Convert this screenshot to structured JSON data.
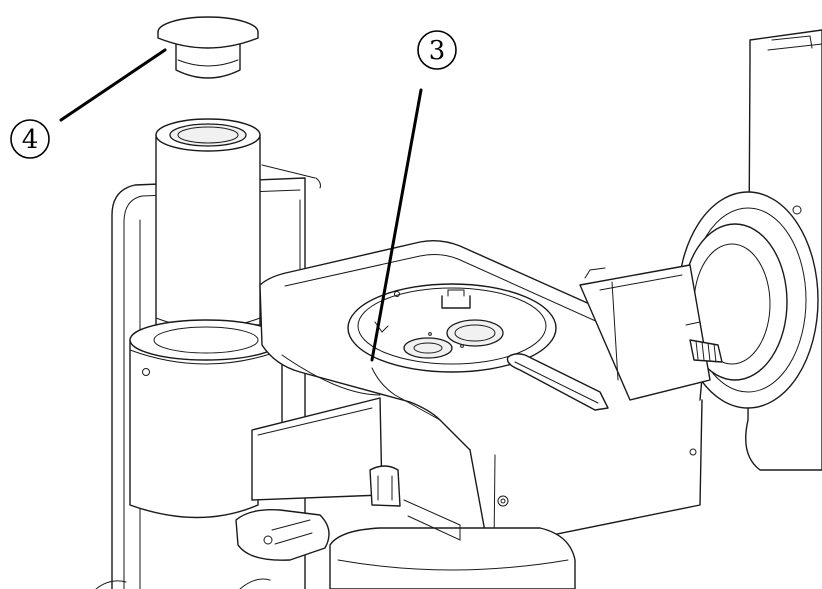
{
  "callouts": [
    {
      "id": "callout-3",
      "label": "3"
    },
    {
      "id": "callout-4",
      "label": "4"
    }
  ],
  "colors": {
    "line": "#1a1a1a",
    "background": "#ffffff",
    "shade": "#f1f1f1"
  }
}
